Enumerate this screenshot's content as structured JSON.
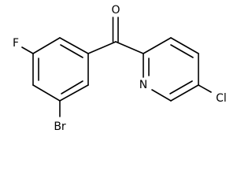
{
  "molecule": {
    "atoms": [
      {
        "id": "O",
        "label": "O"
      },
      {
        "id": "F",
        "label": "F"
      },
      {
        "id": "Br",
        "label": "Br"
      },
      {
        "id": "N",
        "label": "N"
      },
      {
        "id": "Cl",
        "label": "Cl"
      }
    ]
  }
}
